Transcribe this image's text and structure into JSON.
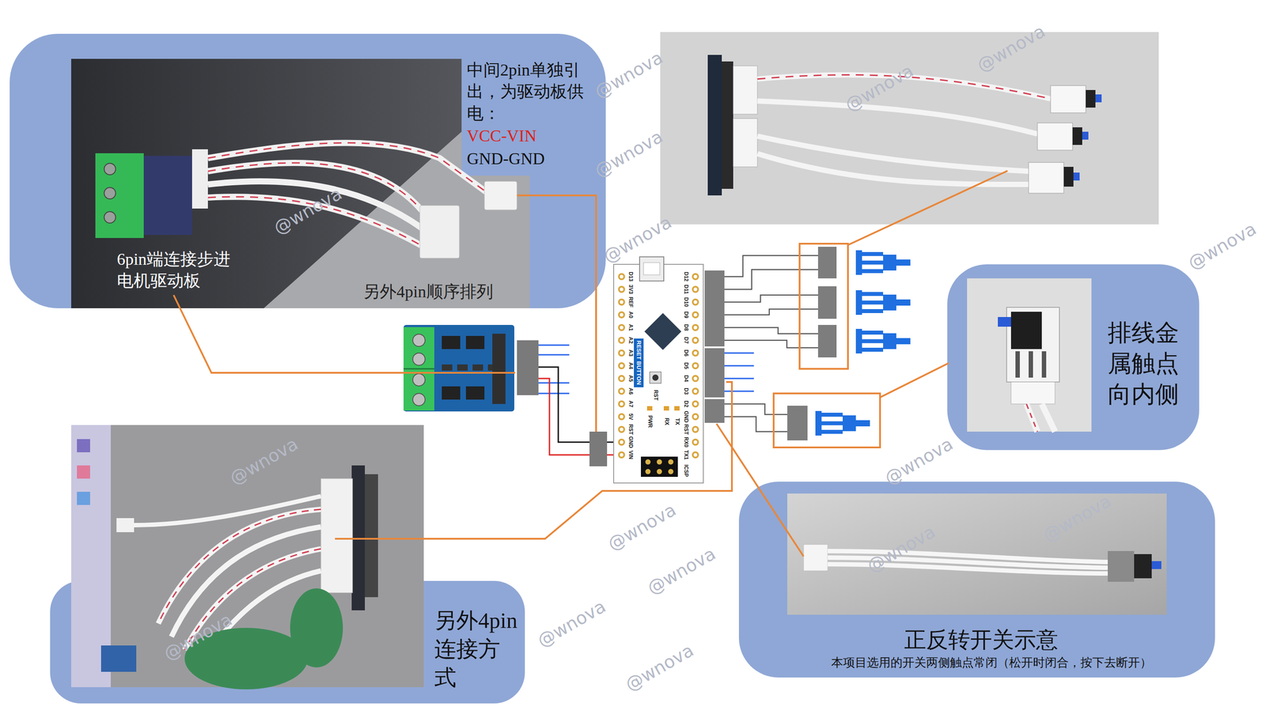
{
  "diagram": {
    "nodes": [
      {
        "text": [
          "中间2pin单独引出，为驱动板供电：",
          "VCC-VIN",
          "GND-GND",
          "6pin端连接步进电机驱动板",
          "另外4pin顺序排列"
        ]
      },
      {
        "text": [
          "排线金属触点向内侧"
        ]
      },
      {
        "text": [
          "另外4pin连接方式"
        ]
      },
      {
        "text": [
          "正反转开关示意",
          "本项目选用的开关两侧触点常闭（松开时闭合，按下去断开）"
        ]
      }
    ],
    "labels": [
      "D13",
      "3V3",
      "REF",
      "A0",
      "A1",
      "A2",
      "A3",
      "A4",
      "A5",
      "A6",
      "A7",
      "5V",
      "RST",
      "GND",
      "VIN",
      "D12",
      "D11",
      "D10",
      "D9",
      "D8",
      "D7",
      "D6",
      "D5",
      "D4",
      "D3",
      "D2",
      "GND",
      "RST",
      "RX0",
      "TX1",
      "RESET BUTTON",
      "RST",
      "PWR",
      "RX",
      "TX",
      "ICSP",
      "@wnova",
      "@wnova",
      "@wnova",
      "@wnova",
      "@wnova",
      "@wnova",
      "@wnova",
      "@wnova",
      "@wnova",
      "@wnova",
      "@wnova",
      "@wnova",
      "@wnova",
      "@wnova",
      "@wnova",
      "@wnova"
    ]
  }
}
